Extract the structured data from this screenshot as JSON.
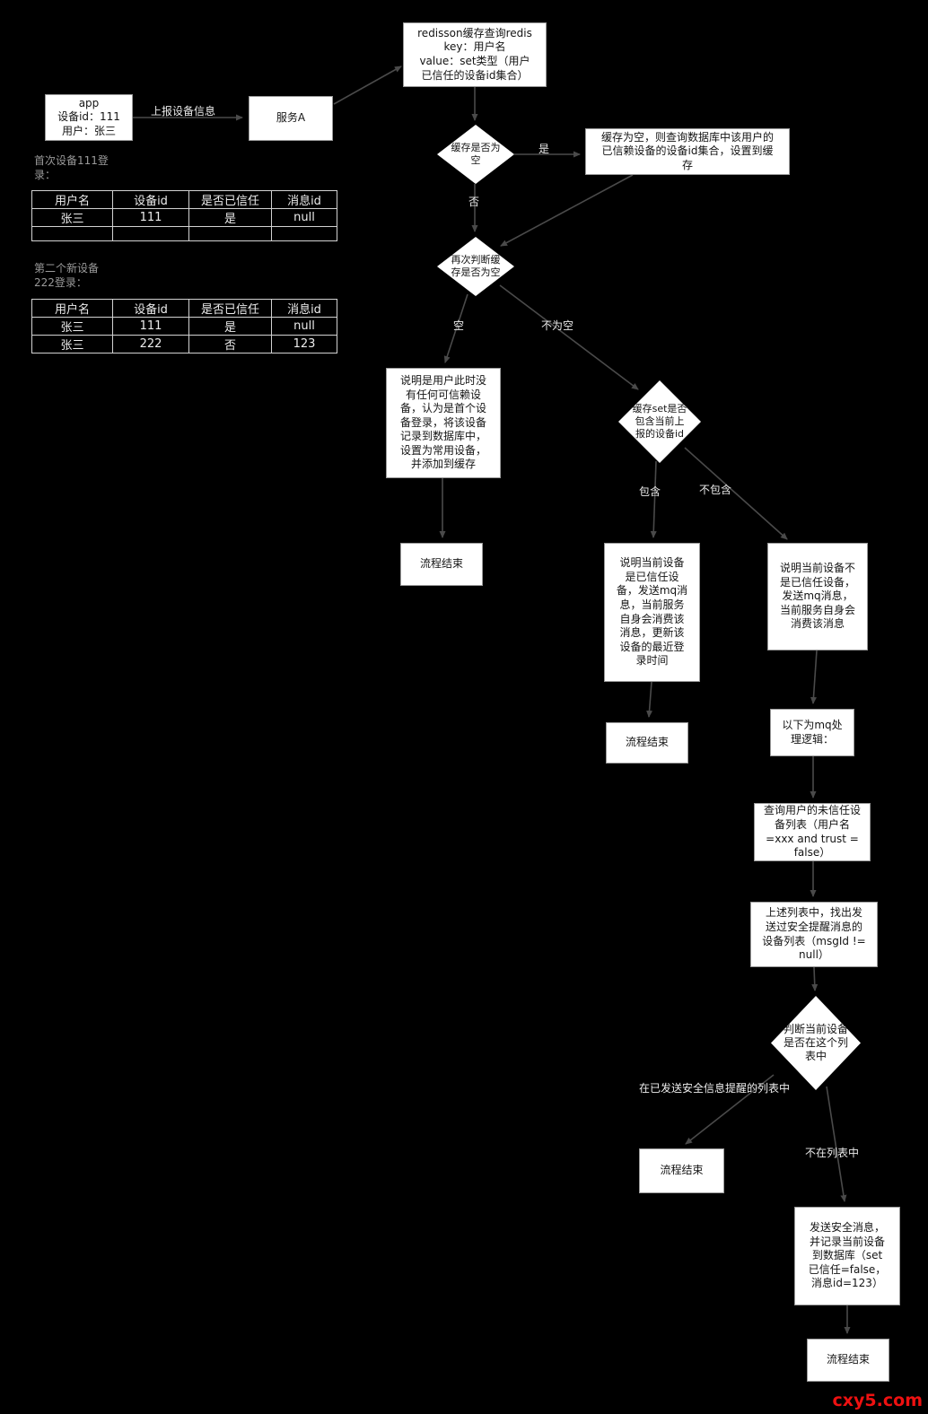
{
  "nodes": {
    "redisson": "redisson缓存查询redis\nkey：用户名\nvalue：set类型（用户\n已信任的设备id集合）",
    "app": "app\n设备id：111\n用户：张三",
    "service_a": "服务A",
    "cache_empty_decision": "缓存是否为\n空",
    "cache_empty_action": "缓存为空，则查询数据库中该用户的\n已信赖设备的设备id集合，设置到缓\n存",
    "recheck_decision": "再次判断缓\n存是否为空",
    "first_device": "说明是用户此时没\n有任何可信赖设\n备，认为是首个设\n备登录，将该设备\n记录到数据库中，\n设置为常用设备，\n并添加到缓存",
    "end1": "流程结束",
    "set_contains_decision": "缓存set是否\n包含当前上\n报的设备id",
    "trusted_device": "说明当前设备\n是已信任设\n备，发送mq消\n息，当前服务\n自身会消费该\n消息，更新该\n设备的最近登\n录时间",
    "end2": "流程结束",
    "not_trusted_device": "说明当前设备不\n是已信任设备，\n发送mq消息，\n当前服务自身会\n消费该消息",
    "mq_logic": "以下为mq处\n理逻辑：",
    "query_untrusted": "查询用户的未信任设\n备列表（用户名\n=xxx and trust =\nfalse）",
    "find_sent": "上述列表中，找出发\n送过安全提醒消息的\n设备列表（msgId !=\nnull）",
    "in_list_decision": "判断当前设备\n是否在这个列\n表中",
    "end3": "流程结束",
    "send_security": "发送安全消息，\n并记录当前设备\n到数据库（set\n已信任=false，\n消息id=123）",
    "end4": "流程结束"
  },
  "edge_labels": {
    "report": "上报设备信息",
    "yes": "是",
    "no": "否",
    "empty": "空",
    "not_empty": "不为空",
    "contains": "包含",
    "not_contains": "不包含",
    "in_sent_list": "在已发送安全信息提醒的列表中",
    "not_in_list": "不在列表中"
  },
  "tables": {
    "first": {
      "heading": "首次设备111登\n录：",
      "headers": [
        "用户名",
        "设备id",
        "是否已信任",
        "消息id"
      ],
      "rows": [
        [
          "张三",
          "111",
          "是",
          "null"
        ],
        [
          "",
          "",
          "",
          ""
        ]
      ]
    },
    "second": {
      "heading": "第二个新设备\n222登录：",
      "headers": [
        "用户名",
        "设备id",
        "是否已信任",
        "消息id"
      ],
      "rows": [
        [
          "张三",
          "111",
          "是",
          "null"
        ],
        [
          "张三",
          "222",
          "否",
          "123"
        ]
      ]
    }
  },
  "colors": {
    "background": "#000000",
    "node_bg": "#ffffff",
    "line": "#4a4a4a",
    "watermark": "#ee1111"
  },
  "watermark": "cxy5.com"
}
